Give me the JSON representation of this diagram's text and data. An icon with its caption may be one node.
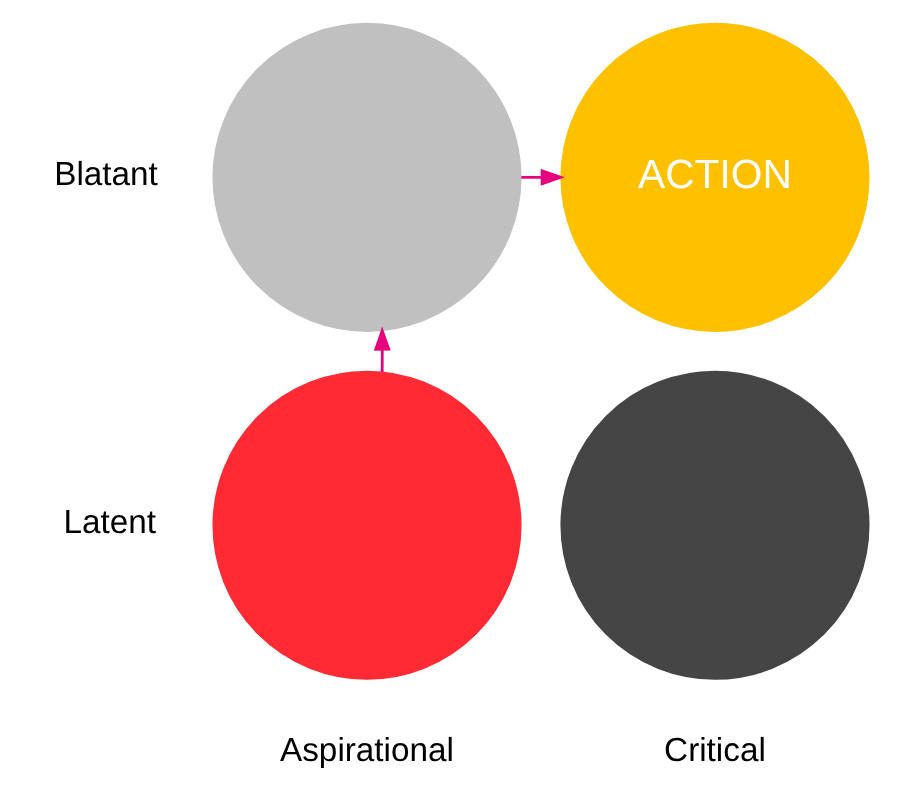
{
  "diagram": {
    "nodes": [
      {
        "text": [],
        "shape": "circle"
      },
      {
        "text": [
          "ACTION"
        ]
      },
      {
        "text": [],
        "shape": "circle"
      },
      {
        "text": [],
        "shape": "circle"
      }
    ],
    "edges": [
      {
        "from": 2,
        "to": 0,
        "arrow": "to",
        "color": "#e6007e"
      },
      {
        "from": 0,
        "to": 1,
        "arrow": "to",
        "color": "#e6007e"
      }
    ],
    "labels": [
      "Blatant",
      "Latent",
      "Aspirational",
      "Critical"
    ]
  }
}
